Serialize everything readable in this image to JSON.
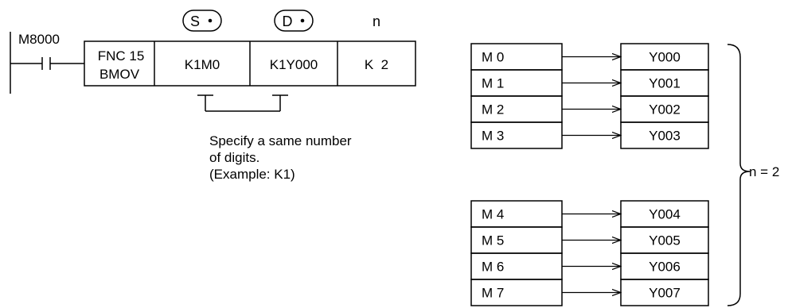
{
  "ladder": {
    "contact": "M8000",
    "instruction": {
      "line1": "FNC 15",
      "line2": "BMOV"
    },
    "operands": [
      {
        "header": "S",
        "value": "K1M0"
      },
      {
        "header": "D",
        "value": "K1Y000"
      },
      {
        "header": "n",
        "value": "K  2"
      }
    ],
    "note": {
      "line1": "Specify a same number",
      "line2": "of digits.",
      "line3": "(Example: K1)"
    }
  },
  "transfer": {
    "group1": [
      {
        "source": "M  0",
        "dest": "Y000"
      },
      {
        "source": "M  1",
        "dest": "Y001"
      },
      {
        "source": "M  2",
        "dest": "Y002"
      },
      {
        "source": "M  3",
        "dest": "Y003"
      }
    ],
    "group2": [
      {
        "source": "M  4",
        "dest": "Y004"
      },
      {
        "source": "M  5",
        "dest": "Y005"
      },
      {
        "source": "M  6",
        "dest": "Y006"
      },
      {
        "source": "M  7",
        "dest": "Y007"
      }
    ],
    "brace_label": "n = 2"
  }
}
